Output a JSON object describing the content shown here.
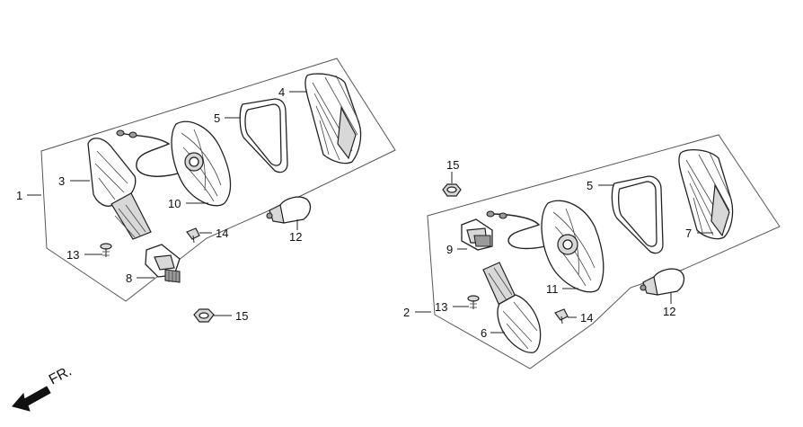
{
  "direction_label": "FR.",
  "left_assembly": {
    "group_label": "1",
    "parts": {
      "lens": "3",
      "lens_seal": "5",
      "reflector_housing": "4",
      "base": "10",
      "screw": "13",
      "bulb_socket": "8",
      "clip": "14",
      "nut": "15",
      "bulb": "12"
    }
  },
  "right_assembly": {
    "group_label": "2",
    "parts": {
      "nut": "15",
      "lens_seal": "5",
      "reflector_housing": "7",
      "bulb_socket": "9",
      "base": "11",
      "screw": "13",
      "clip": "14",
      "bulb": "12",
      "lens": "6"
    }
  },
  "colors": {
    "line": "#222222",
    "frame": "#555555",
    "fill_gray": "#d8d8d8"
  }
}
